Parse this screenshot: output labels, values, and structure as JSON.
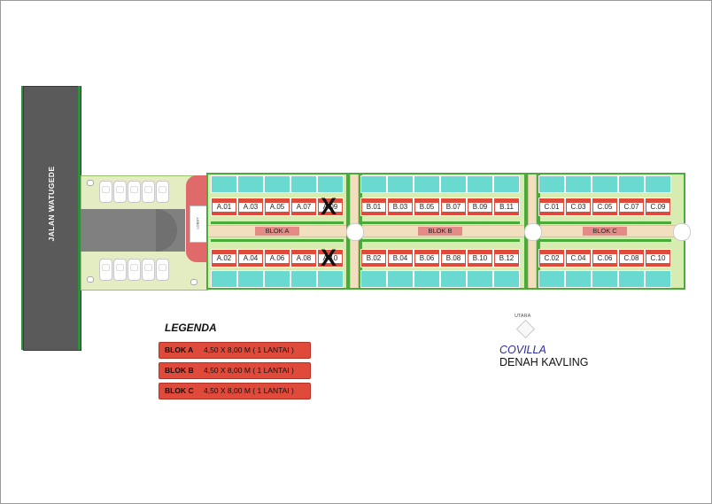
{
  "road": {
    "label": "JALAN WATUGEDE"
  },
  "lobby": {
    "label": "LOBBY"
  },
  "blocks": [
    {
      "name": "BLOK A",
      "top_units": [
        "A.01",
        "A.03",
        "A.05",
        "A.07",
        "A.09"
      ],
      "bottom_units": [
        "A.02",
        "A.04",
        "A.06",
        "A.08",
        "A.10"
      ]
    },
    {
      "name": "BLOK B",
      "top_units": [
        "B.01",
        "B.03",
        "B.05",
        "B.07",
        "B.09",
        "B.11"
      ],
      "bottom_units": [
        "B.02",
        "B.04",
        "B.06",
        "B.08",
        "B.10",
        "B.12"
      ]
    },
    {
      "name": "BLOK C",
      "top_units": [
        "C.01",
        "C.03",
        "C.05",
        "C.07",
        "C.09"
      ],
      "bottom_units": [
        "C.02",
        "C.04",
        "C.06",
        "C.08",
        "C.10"
      ]
    }
  ],
  "sold_marks": {
    "symbol": "X",
    "units": [
      "A.09",
      "A.10"
    ]
  },
  "legend": {
    "title": "LEGENDA",
    "items": [
      {
        "name": "BLOK A",
        "desc": "4,50 X 8,00 M ( 1 LANTAI )"
      },
      {
        "name": "BLOK B",
        "desc": "4,50 X 8,00 M ( 1 LANTAI )"
      },
      {
        "name": "BLOK C",
        "desc": "4,50 X 8,00 M ( 1 LANTAI )"
      }
    ]
  },
  "north": {
    "label": "UTARA"
  },
  "title": {
    "brand": "COVILLA",
    "subtitle": "DENAH KAVLING"
  },
  "colors": {
    "unit": "#e04a3a",
    "yard": "#6ad9cf",
    "green": "#4aaa3a",
    "street": "#f1dfc0",
    "road": "#5a5a5a"
  }
}
